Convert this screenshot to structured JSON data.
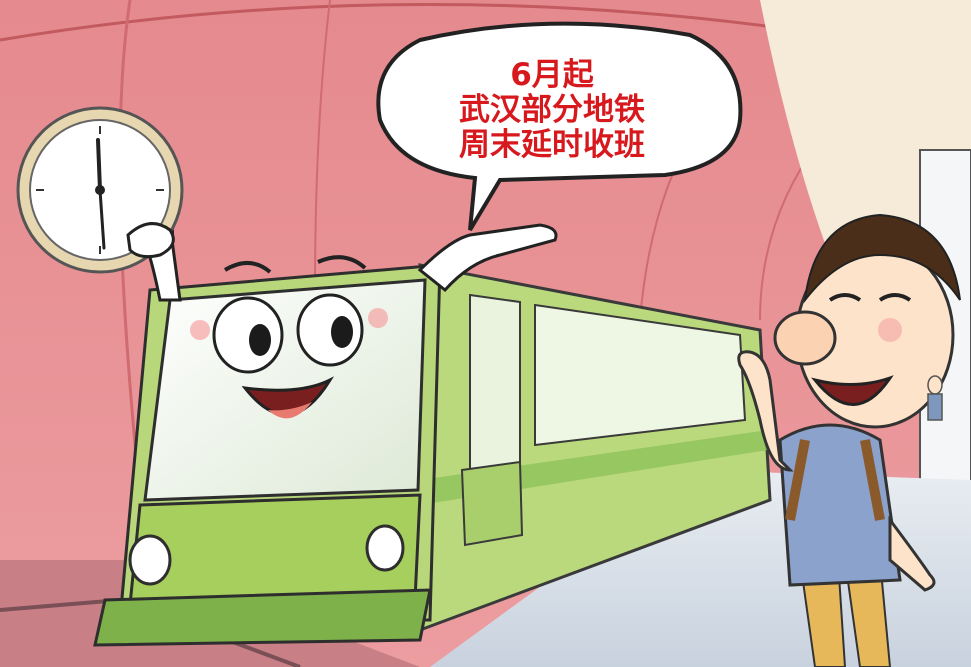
{
  "illustration": {
    "speech_bubble": {
      "lines": [
        "6月起",
        "武汉部分地铁",
        "周末延时收班"
      ]
    },
    "colors": {
      "tunnel": "#e8898c",
      "tunnel_dark": "#d86a70",
      "train_body": "#b7d77a",
      "train_dark": "#8cbf45",
      "text_red": "#d7191e",
      "clock_rim": "#d9c9a0"
    }
  }
}
